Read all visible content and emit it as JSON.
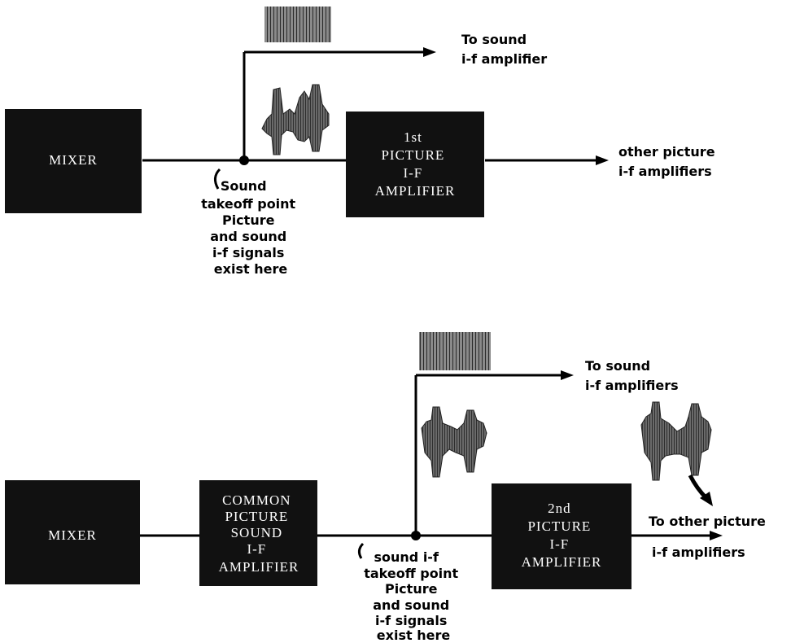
{
  "colors": {
    "block": "#111111",
    "line": "#000000",
    "text_on_block": "#ffffff",
    "waveform": "#3a3a3a"
  },
  "top": {
    "mixer_label": "MIXER",
    "amp_lines": [
      "1st",
      "PICTURE",
      "I-F",
      "AMPLIFIER"
    ],
    "to_sound_lines": [
      "To sound",
      "i-f amplifier"
    ],
    "other_picture_lines": [
      "other picture",
      "i-f amplifiers"
    ],
    "takeoff_lines": [
      "Sound",
      "takeoff point",
      "Picture",
      "and sound",
      "i-f signals",
      "exist here"
    ],
    "waveforms": [
      "sound-if-signal",
      "picture-and-sound-signal"
    ]
  },
  "bottom": {
    "mixer_label": "MIXER",
    "common_amp_lines": [
      "COMMON",
      "PICTURE",
      "SOUND",
      "I-F",
      "AMPLIFIER"
    ],
    "second_amp_lines": [
      "2nd",
      "PICTURE",
      "I-F",
      "AMPLIFIER"
    ],
    "to_sound_lines": [
      "To sound",
      "i-f amplifiers"
    ],
    "other_picture_lines": [
      "To other picture",
      "i-f amplifiers"
    ],
    "takeoff_lines": [
      "sound i-f",
      "takeoff point",
      "Picture",
      "and sound",
      "i-f signals",
      "exist here"
    ],
    "waveforms": [
      "sound-if-signal",
      "picture-and-sound-signal",
      "picture-signal"
    ]
  }
}
